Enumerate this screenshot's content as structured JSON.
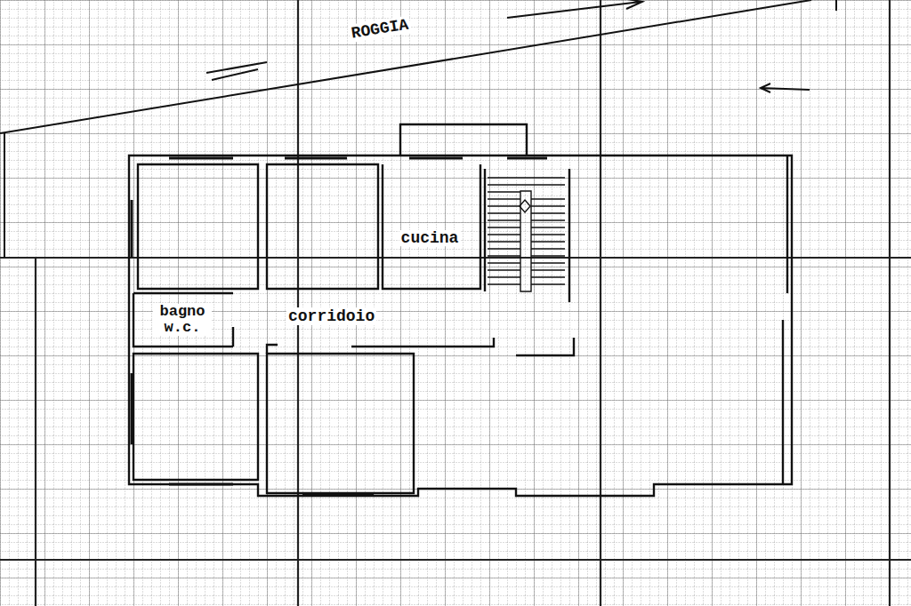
{
  "diagram": {
    "nodes": [
      {
        "text": [
          "cucina"
        ]
      },
      {
        "text": [
          "bagno w.c."
        ]
      }
    ],
    "labels": [
      "ROGGIA",
      "corridoio"
    ]
  }
}
